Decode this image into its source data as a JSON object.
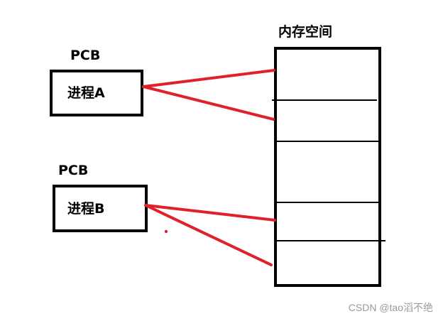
{
  "memory": {
    "title": "内存空间"
  },
  "processes": [
    {
      "pcb_label": "PCB",
      "name": "进程A"
    },
    {
      "pcb_label": "PCB",
      "name": "进程B"
    }
  ],
  "colors": {
    "mapping_line": "#e0202a",
    "outline": "#000000"
  },
  "watermark": "CSDN @tao滔不绝"
}
